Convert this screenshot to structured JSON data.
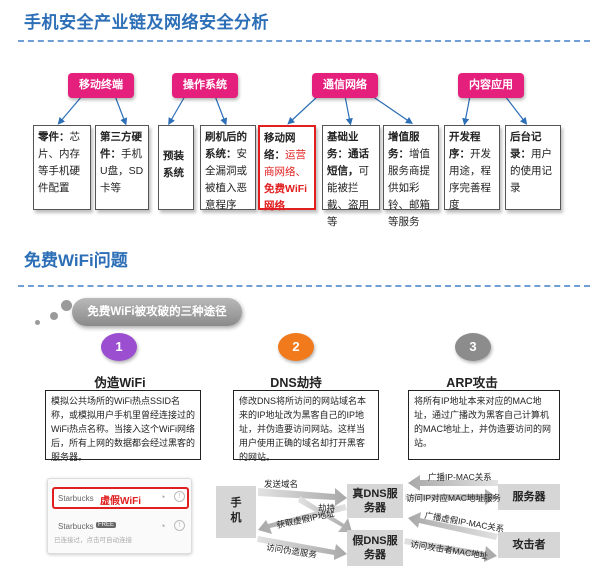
{
  "section1": {
    "title": "手机安全产业链及网络安全分析",
    "categories": [
      "移动终端",
      "操作系统",
      "通信网络",
      "内容应用"
    ],
    "boxes": [
      {
        "head": "零件：",
        "body": "芯片、内存等手机硬件配置"
      },
      {
        "head": "第三方硬件：",
        "body": "手机U盘，SD卡等"
      },
      {
        "head": "预装系统",
        "body": ""
      },
      {
        "head": "刷机后的系统：",
        "body": "安全漏洞或被植入恶意程序"
      },
      {
        "head": "移动网络：",
        "body_red": "运营商网络、",
        "body_bold": "免费WiFi网络"
      },
      {
        "head": "基础业务：",
        "sub": "通话短信，",
        "body": "可能被拦截、盗用等"
      },
      {
        "head": "增值服务：",
        "body": "增值服务商提供如彩铃、邮箱等服务"
      },
      {
        "head": "开发程序：",
        "body": "开发用途，程序完善程度"
      },
      {
        "head": "后台记录：",
        "body": "用户的使用记录"
      }
    ]
  },
  "section2": {
    "title": "免费WiFi问题",
    "pill": "免费WiFi被攻破的三种途径",
    "colors": {
      "purple": "#9b4fd0",
      "orange": "#f07a1c",
      "gray": "#8c8c8c",
      "red": "#e02020",
      "blue": "#2d6fb7",
      "pink": "#e51f7c"
    },
    "methods": [
      {
        "num": "1",
        "title": "伪造WiFi",
        "desc": "模拟公共场所的WiFi热点SSID名称，或模拟用户手机里曾经连接过的WiFi热点名称。当接入这个WiFi网络后，所有上网的数据都会经过黑客的服务器。"
      },
      {
        "num": "2",
        "title": "DNS劫持",
        "desc": "修改DNS将所访问的网站域名本来的IP地址改为黑客自己的IP地址，并伪造要访问网站。这样当用户使用正确的域名却打开黑客的网站。"
      },
      {
        "num": "3",
        "title": "ARP攻击",
        "desc": "将所有IP地址本来对应的MAC地址，通过广播改为黑客自己计算机的MAC地址上，并伪造要访问的网站。"
      }
    ],
    "phone": {
      "fake_ssid": "Starbucks",
      "fake_label": "虚假WiFi",
      "real_ssid": "Starbucks",
      "free_badge": "FREE",
      "real_sub": "已连接过，点击可自动连接"
    },
    "dns": {
      "phone": "手机",
      "real": "真DNS服务器",
      "fake": "假DNS服务器",
      "send_domain": "发送域名",
      "hijack": "劫持",
      "get_fake_ip": "获取虚假IP地址",
      "visit_fake": "访问伪造服务"
    },
    "arp": {
      "server": "服务器",
      "attacker": "攻击者",
      "broadcast1": "广播IP-MAC关系",
      "visit_server": "访问IP对应MAC地址服务",
      "broadcast2": "广播虚假IP-MAC关系",
      "visit_attacker": "访问攻击者MAC地址"
    }
  }
}
